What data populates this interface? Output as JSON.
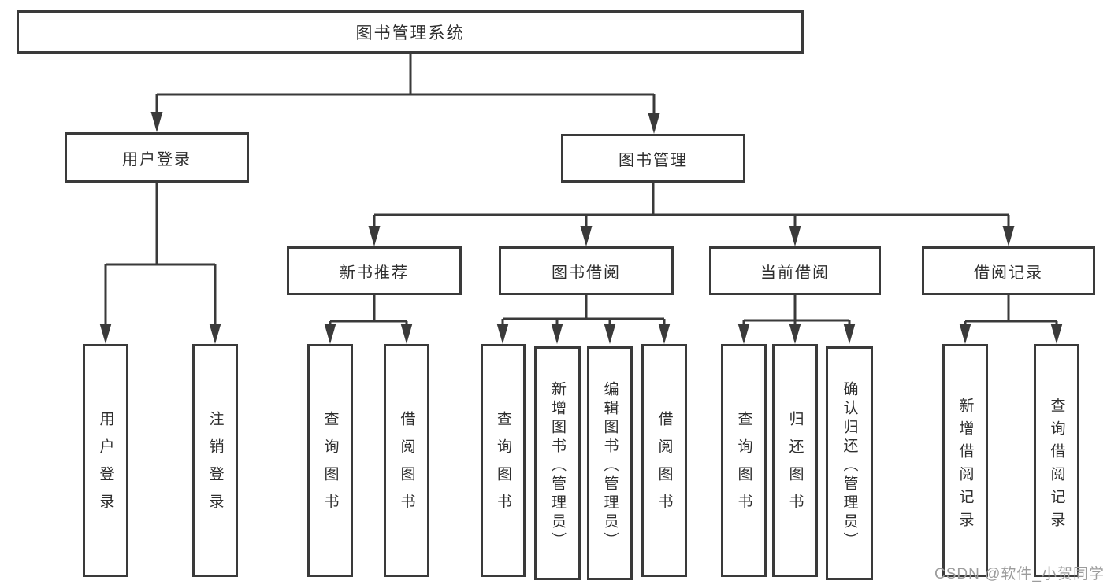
{
  "diagram": {
    "title": "图书管理系统",
    "watermark": "CSDN @软件_小贺同学",
    "colors": {
      "line": "#3a3a3a",
      "box_border": "#3a3a3a",
      "text": "#2e2e2e",
      "watermark": "#9c9c9c",
      "background": "#ffffff"
    },
    "tree": {
      "root": {
        "label": "图书管理系统"
      },
      "level2": [
        {
          "label": "用户登录"
        },
        {
          "label": "图书管理"
        }
      ],
      "level3": [
        {
          "label": "新书推荐"
        },
        {
          "label": "图书借阅"
        },
        {
          "label": "当前借阅"
        },
        {
          "label": "借阅记录"
        }
      ],
      "leaves": {
        "user_login": [
          {
            "label": "用户登录"
          },
          {
            "label": "注销登录"
          }
        ],
        "new_book": [
          {
            "label": "查询图书"
          },
          {
            "label": "借阅图书"
          }
        ],
        "book_borrow": [
          {
            "label": "查询图书"
          },
          {
            "label": "新增图书（管理员）"
          },
          {
            "label": "编辑图书（管理员）"
          },
          {
            "label": "借阅图书"
          }
        ],
        "current_borrow": [
          {
            "label": "查询图书"
          },
          {
            "label": "归还图书"
          },
          {
            "label": "确认归还（管理员）"
          }
        ],
        "borrow_record": [
          {
            "label": "新增借阅记录"
          },
          {
            "label": "查询借阅记录"
          }
        ]
      }
    }
  }
}
